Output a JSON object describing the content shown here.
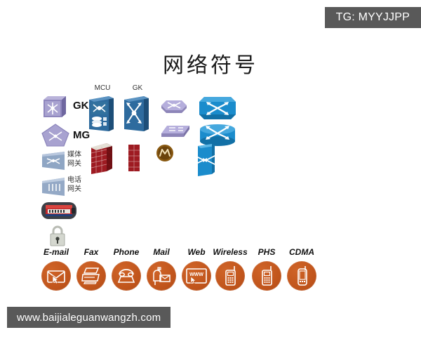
{
  "watermarks": {
    "top_right": "TG: MYYJJPP",
    "bottom_left": "www.baijialeguanwangzh.com",
    "bar_color": "#595959",
    "bar_text_color": "#ffffff"
  },
  "page": {
    "title": "网络符号",
    "background": "#ffffff"
  },
  "palette": {
    "orange": "#c1551c",
    "purple": "#9d96c8",
    "blue": "#1b7fc4",
    "dark_blue": "#1f5f93",
    "brick_red": "#a81f22",
    "token_red": "#c0272d",
    "lock_gray": "#cfd2cb",
    "gold": "#8a5a12"
  },
  "legend_column_left": [
    {
      "icon": "gatekeeper-cube-icon",
      "label": "GK",
      "label_style": "bold"
    },
    {
      "icon": "media-gateway-pentagon-icon",
      "label": "MG",
      "label_style": "bold"
    },
    {
      "icon": "media-gateway-wedge-icon",
      "label": "媒体\n网关",
      "label_line1": "媒体",
      "label_line2": "网关"
    },
    {
      "icon": "telephone-gateway-wedge-icon",
      "label": "电话\n网关",
      "label_line1": "电话",
      "label_line2": "网关"
    },
    {
      "icon": "security-token-icon",
      "label": ""
    },
    {
      "icon": "padlock-icon",
      "label": ""
    }
  ],
  "device_column_middle": [
    {
      "icon": "mcu-chassis-icon",
      "caption": "MCU"
    },
    {
      "icon": "gatekeeper-chassis-icon",
      "caption": "GK"
    },
    {
      "icon": "firewall-brick-3d-icon",
      "caption": ""
    },
    {
      "icon": "firewall-brick-flat-icon",
      "caption": ""
    }
  ],
  "device_column_right": [
    {
      "icon": "hub-purple-icon",
      "caption": ""
    },
    {
      "icon": "switch-purple-icon",
      "caption": ""
    },
    {
      "icon": "multilayer-badge-icon",
      "caption": ""
    },
    {
      "icon": "router-cisco-blue-icon",
      "caption": ""
    },
    {
      "icon": "switch-cisco-blue-icon",
      "caption": ""
    },
    {
      "icon": "content-switch-blue-icon",
      "caption": ""
    }
  ],
  "services": [
    {
      "label": "E-mail",
      "icon": "envelope-cursor-icon"
    },
    {
      "label": "Fax",
      "icon": "fax-machine-icon"
    },
    {
      "label": "Phone",
      "icon": "telephone-icon"
    },
    {
      "label": "Mail",
      "icon": "mailbox-icon"
    },
    {
      "label": "Web",
      "icon": "browser-www-icon"
    },
    {
      "label": "Wireless",
      "icon": "mobile-phone-icon"
    },
    {
      "label": "PHS",
      "icon": "mobile-phone-icon"
    },
    {
      "label": "CDMA",
      "icon": "mobile-phone-slim-icon"
    }
  ]
}
